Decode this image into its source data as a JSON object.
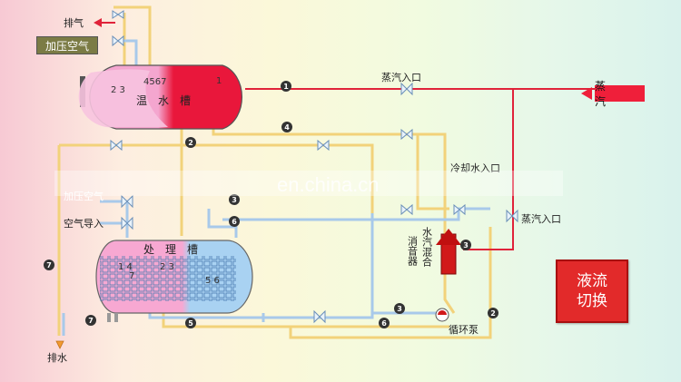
{
  "labels": {
    "exhaust_top": "排气",
    "pressurized_air": "加压空气",
    "warm_tank": "温　水　槽",
    "steam": "蒸　汽",
    "steam_inlet_top": "蒸汽入口",
    "cooling_inlet": "冷却水入口",
    "pressurized_mid": "加压空气",
    "air_inlet": "空气导入",
    "process_tank": "处　理　槽",
    "silencer": "消音器",
    "mixer": "水汽混合",
    "steam_inlet_right": "蒸汽入口",
    "pump": "循环泵",
    "drain": "排水",
    "watermark": "en.china.cn"
  },
  "switch_button": "液流\n切换",
  "markers": {
    "warm_left": "2 3",
    "warm_top": "4567",
    "warm_right": "1",
    "proc_left": "1 4",
    "proc_left2": "7",
    "proc_mid": "2 3",
    "proc_right": "5 6",
    "p1": "1",
    "p2": "2",
    "p3": "3",
    "p4": "4",
    "p5": "5",
    "p6": "6",
    "p7": "7"
  },
  "colors": {
    "steam_line": "#e0233a",
    "cold_line": "#a8c9ea",
    "warm_line": "#f2d27a",
    "tank_red": "#e8173a",
    "tank_pink": "#f59ac8"
  }
}
